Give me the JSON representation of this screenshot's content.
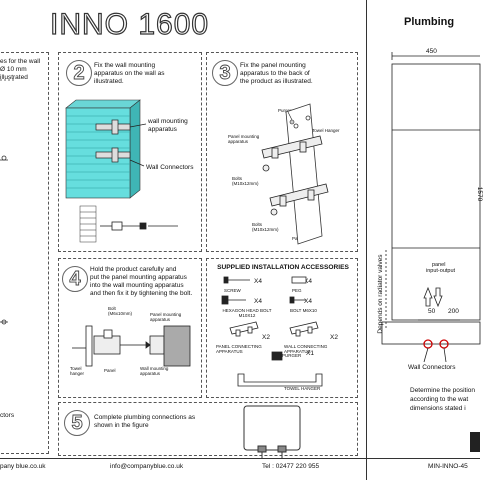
{
  "header": {
    "title": "INNO 1600",
    "plumbing_title": "Plumbing"
  },
  "step1": {
    "text_lines": [
      "es for the wall",
      "Ø 10 mm",
      "illustrated"
    ],
    "bottom_label": "ctors"
  },
  "step2": {
    "number": "2",
    "text_lines": [
      "Fix the wall mounting",
      "apparatus on the wall as",
      "illustrated."
    ],
    "label_wall_mounting": [
      "wall mounting",
      "apparatus"
    ],
    "label_wall_connectors": "Wall Connectors"
  },
  "step3": {
    "number": "3",
    "text_lines": [
      "Fix the panel mounting",
      "apparatus to the back of",
      "the product as illustrated."
    ],
    "label_purger": "Purger",
    "label_towel_hanger": "Towel Hanger",
    "label_panel_mounting": [
      "Panel mounting",
      "apparatus"
    ],
    "label_bolts1": [
      "Bolts",
      "(M10x12mm)"
    ],
    "label_bolts2": [
      "Bolts",
      "(M10x12mm)"
    ],
    "label_panel": "Panel"
  },
  "step4": {
    "number": "4",
    "text_lines": [
      "Hold the product carefully and",
      "put the panel mounting apparatus",
      "into the wall mounting apparatus",
      "and then fix it by tightening the bolt."
    ],
    "label_bolt": [
      "Bolt",
      "(M6x10mm)"
    ],
    "label_panel_mounting": [
      "Panel mounting",
      "apparatus"
    ],
    "label_towel_hanger": [
      "Towel",
      "hanger"
    ],
    "label_panel": "Panel",
    "label_wall_mounting": [
      "Wall mounting",
      "apparatus"
    ]
  },
  "accessories": {
    "title": "SUPPLIED INSTALLATION ACCESSORIES",
    "items": [
      {
        "name": "SCREW",
        "qty": "X4"
      },
      {
        "name": "PEG",
        "qty": "X4"
      },
      {
        "name": "HEXAGON HEAD BOLT M10X12",
        "qty": "X4"
      },
      {
        "name": "BOLT M6X10",
        "qty": "X4"
      },
      {
        "name": "PANEL CONNECTING APPARATUS",
        "qty": "X2"
      },
      {
        "name": "WALL CONNECTING APPARATUS",
        "qty": "X2"
      },
      {
        "name": "PURGER",
        "qty": "X1"
      },
      {
        "name": "TOWEL HANGER",
        "qty": "X1"
      }
    ]
  },
  "step5": {
    "number": "5",
    "text_lines": [
      "Complete plumbing connections as",
      "shown in the figure"
    ]
  },
  "plumbing": {
    "dim_width": "450",
    "dim_height": "1570",
    "side_label": "Depends on radiator valves",
    "panel_label": [
      "panel",
      "input-output"
    ],
    "dim_50": "50",
    "dim_200": "200",
    "wall_connectors": "Wall Connectors",
    "note_lines": [
      "Determine the position",
      "according to the wat",
      "dimensions stated i"
    ]
  },
  "footer": {
    "website": "pany blue.co.uk",
    "email": "info@companyblue.co.uk",
    "tel": "Tel : 02477 220 955",
    "code": "MIN-INNO-45"
  }
}
